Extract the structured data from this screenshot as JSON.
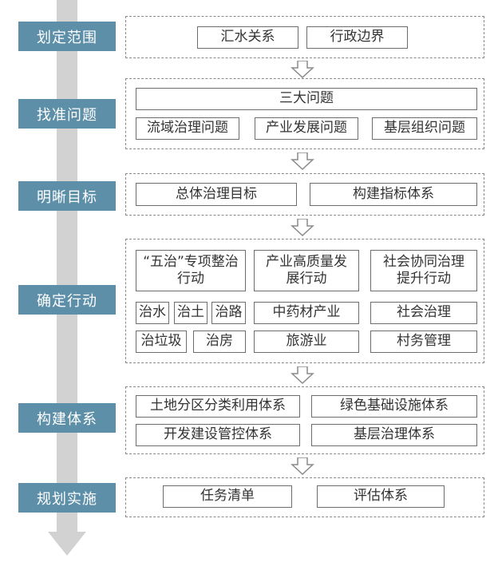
{
  "stages": [
    "划定范围",
    "找准问题",
    "明晰目标",
    "确定行动",
    "构建体系",
    "规划实施"
  ],
  "scope": [
    "汇水关系",
    "行政边界"
  ],
  "problems": {
    "header": "三大问题",
    "items": [
      "流域治理问题",
      "产业发展问题",
      "基层组织问题"
    ]
  },
  "goals": [
    "总体治理目标",
    "构建指标体系"
  ],
  "actions": {
    "col1": {
      "header": "“五治”专项整治行动",
      "items": [
        "治水",
        "治土",
        "治路",
        "治垃圾",
        "治房"
      ]
    },
    "col2": {
      "header": "产业高质量发展行动",
      "items": [
        "中药材产业",
        "旅游业"
      ]
    },
    "col3": {
      "header": "社会协同治理提升行动",
      "items": [
        "社会治理",
        "村务管理"
      ]
    }
  },
  "systems": [
    "土地分区分类利用体系",
    "绿色基础设施体系",
    "开发建设管控体系",
    "基层治理体系"
  ],
  "implementation": [
    "任务清单",
    "评估体系"
  ],
  "colors": {
    "stage": "#5d8fa8",
    "spine": "#d2d2d2",
    "border": "#6d6d6d"
  }
}
